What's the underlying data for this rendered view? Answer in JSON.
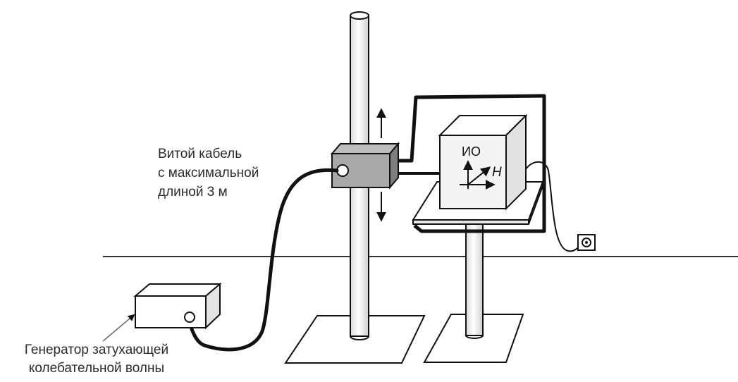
{
  "labels": {
    "cable": [
      "Витой кабель",
      "с максимальной",
      "длиной 3 м"
    ],
    "generator": [
      "Генератор затухающей",
      "колебательной волны"
    ],
    "eut": "ИО",
    "field": "H"
  },
  "colors": {
    "stroke": "#111111",
    "clamp_fill": "#a8a8a8",
    "cube_fill": "#f4f4f4",
    "floor_line": "#333333",
    "label_text": "#2b2b2b"
  }
}
